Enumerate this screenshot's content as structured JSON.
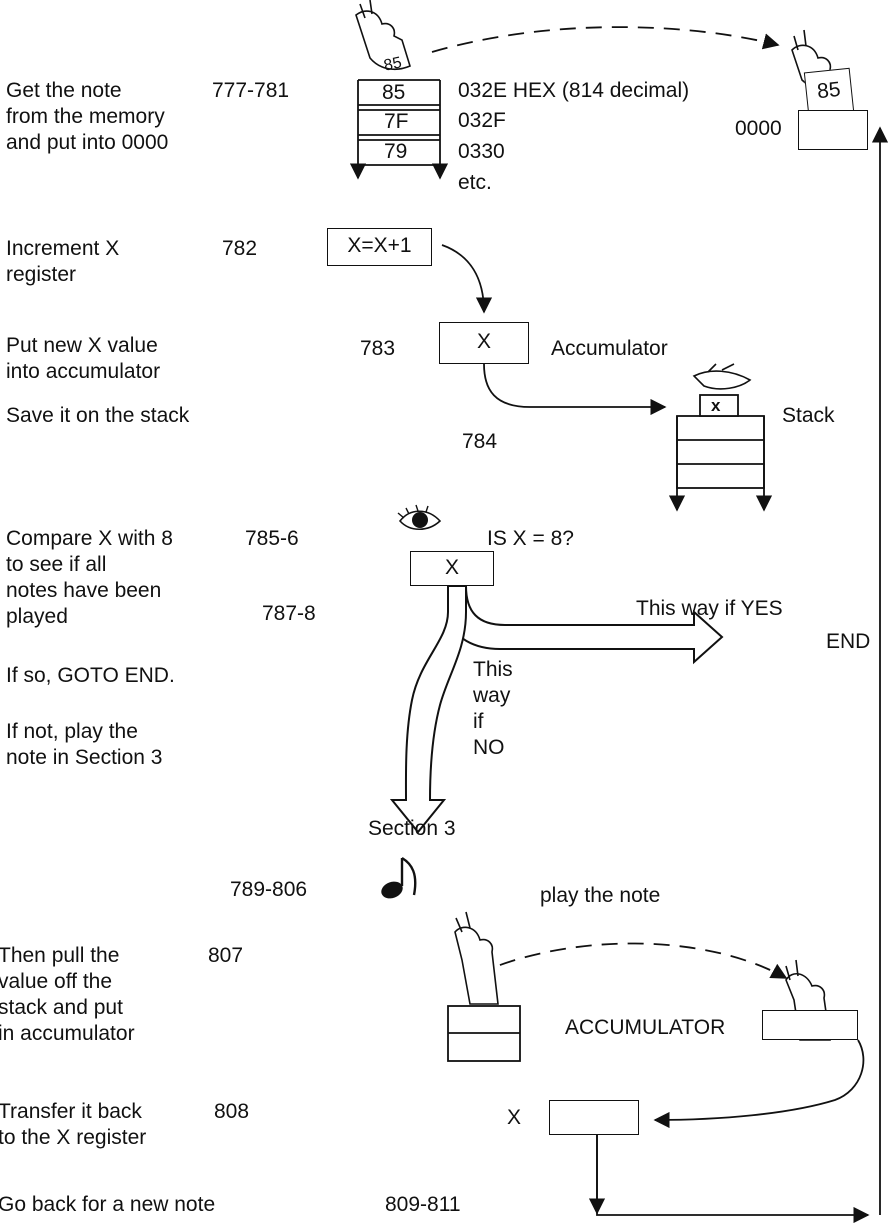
{
  "steps": [
    {
      "id": "get-note",
      "lines": [
        "Get the note",
        "from the memory",
        "and put into 0000"
      ],
      "address": "777-781"
    },
    {
      "id": "increment-x",
      "lines": [
        "Increment X",
        "register"
      ],
      "address": "782"
    },
    {
      "id": "put-x-accumulator",
      "lines": [
        "Put new X value",
        "into accumulator"
      ],
      "address": "783"
    },
    {
      "id": "save-stack",
      "lines": [
        "Save it on the stack"
      ],
      "address": "784"
    },
    {
      "id": "compare-x",
      "lines": [
        "Compare X with 8",
        "to see if all",
        "notes have been",
        "played"
      ],
      "address": "785-6",
      "address2": "787-8"
    },
    {
      "id": "goto-end",
      "lines": [
        "If so, GOTO END."
      ]
    },
    {
      "id": "play-note",
      "lines": [
        "If not, play the",
        "note in Section 3"
      ],
      "address": "789-806"
    },
    {
      "id": "pull-stack",
      "lines": [
        "Then pull the",
        "value off the",
        "stack and put",
        "in accumulator"
      ],
      "address": "807"
    },
    {
      "id": "transfer-x",
      "lines": [
        "Transfer it back",
        "to the X register"
      ],
      "address": "808"
    },
    {
      "id": "go-back",
      "lines": [
        "Go back for a new note"
      ],
      "address": "809-811"
    }
  ],
  "memory": {
    "cells": [
      "85",
      "7F",
      "79"
    ],
    "addresses": [
      "032E HEX (814 decimal)",
      "032F",
      "0330"
    ],
    "etc": "etc.",
    "held_card": "85",
    "target_card": "85",
    "target_label": "0000"
  },
  "increment_box": "X=X+1",
  "accumulator": {
    "box": "X",
    "label": "Accumulator"
  },
  "stack": {
    "label": "Stack",
    "top_card": "x"
  },
  "compare": {
    "question": "IS X = 8?",
    "box": "X",
    "yes_label": "This way if YES",
    "end_label": "END",
    "no_label": [
      "This",
      "way",
      "if",
      "NO"
    ],
    "section_label": "Section 3"
  },
  "play": {
    "label": "play the note"
  },
  "pull": {
    "accumulator_label": "ACCUMULATOR"
  },
  "transfer": {
    "x_label": "X"
  },
  "colors": {
    "ink": "#111111",
    "paper": "#ffffff"
  }
}
